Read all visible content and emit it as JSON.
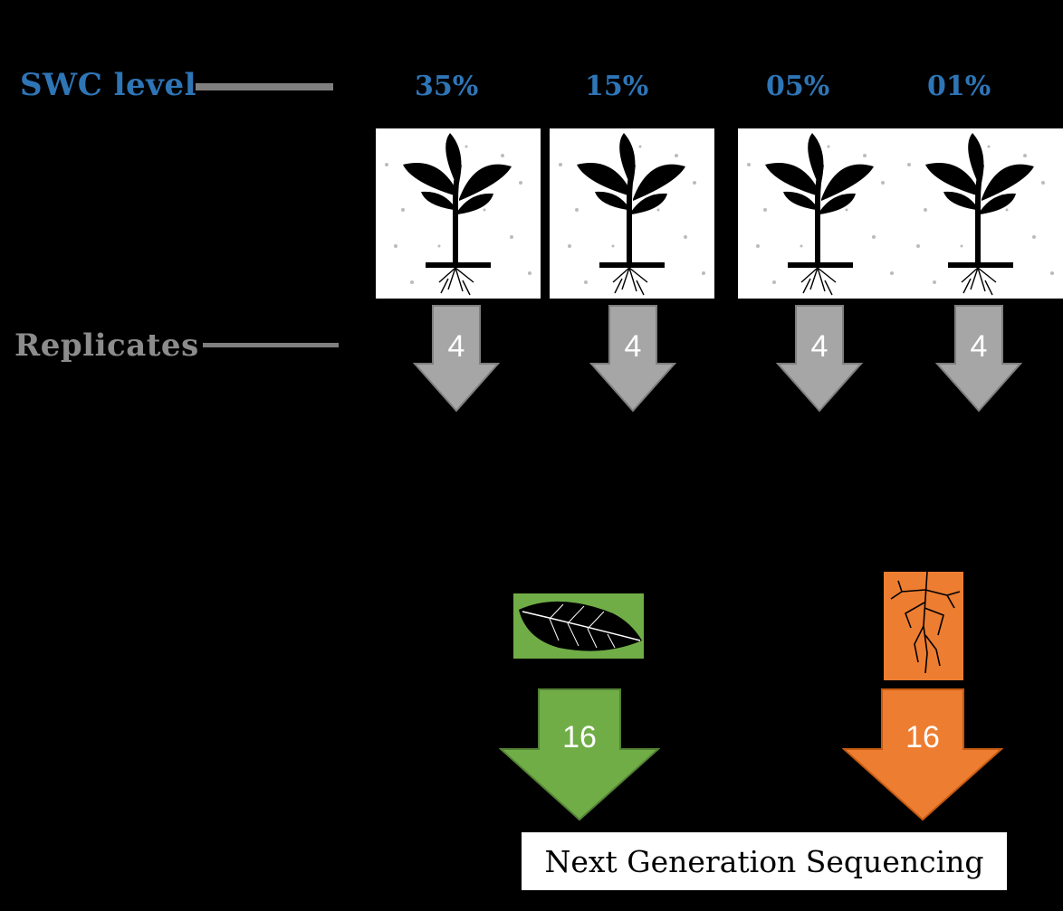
{
  "labels": {
    "swc": "SWC level",
    "replicates": "Replicates"
  },
  "swc_levels": [
    "35%",
    "15%",
    "05%",
    "01%"
  ],
  "replicate_counts": [
    "4",
    "4",
    "4",
    "4"
  ],
  "leaf_count": "16",
  "root_count": "16",
  "footer": "Next Generation Sequencing",
  "colors": {
    "blue": "#2e75b6",
    "grey": "#a6a6a6",
    "green": "#70ad47",
    "orange": "#ed7d31"
  }
}
